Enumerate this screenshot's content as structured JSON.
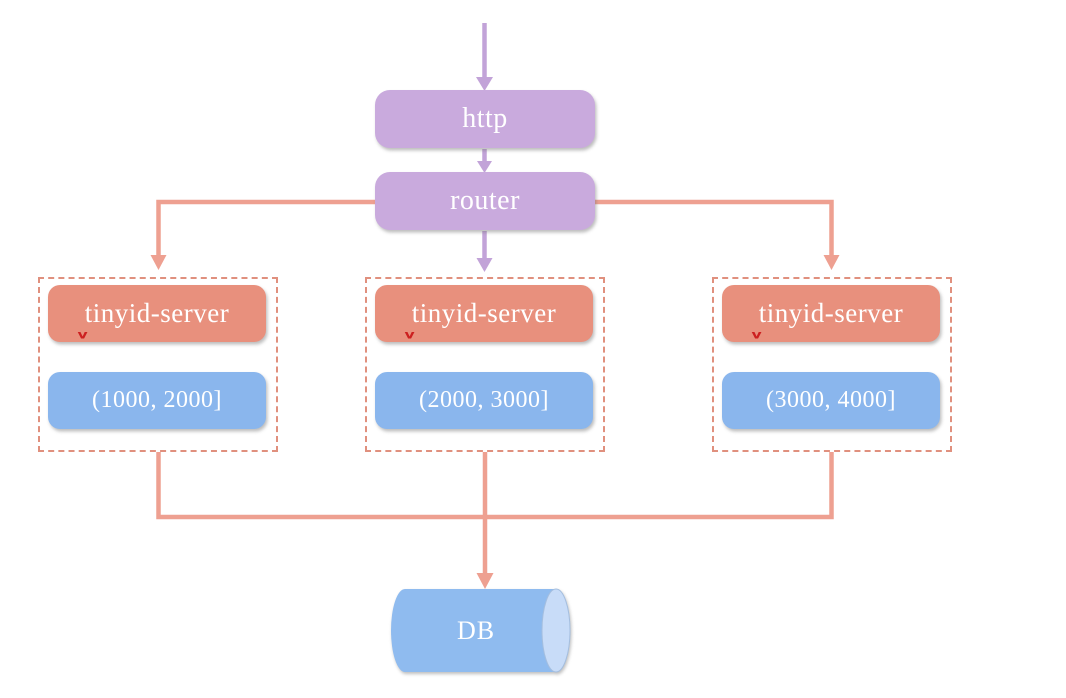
{
  "diagram": {
    "http_label": "http",
    "router_label": "router",
    "groups": [
      {
        "server_label": "tinyid-server",
        "range_label": "(1000, 2000]"
      },
      {
        "server_label": "tinyid-server",
        "range_label": "(2000, 3000]"
      },
      {
        "server_label": "tinyid-server",
        "range_label": "(3000, 4000]"
      }
    ],
    "db_label": "DB",
    "spellcheck_mark": "v",
    "colors": {
      "purple": "#c9aadd",
      "purple-line": "#c2a3d8",
      "salmon": "#e8907d",
      "salmon-line": "#eea091",
      "blue": "#8ab6ed",
      "dashed": "#e0907e",
      "cyl-body": "#8fbbef",
      "cyl-cap": "#c8dcf8",
      "spellmark": "#cc2020"
    }
  }
}
